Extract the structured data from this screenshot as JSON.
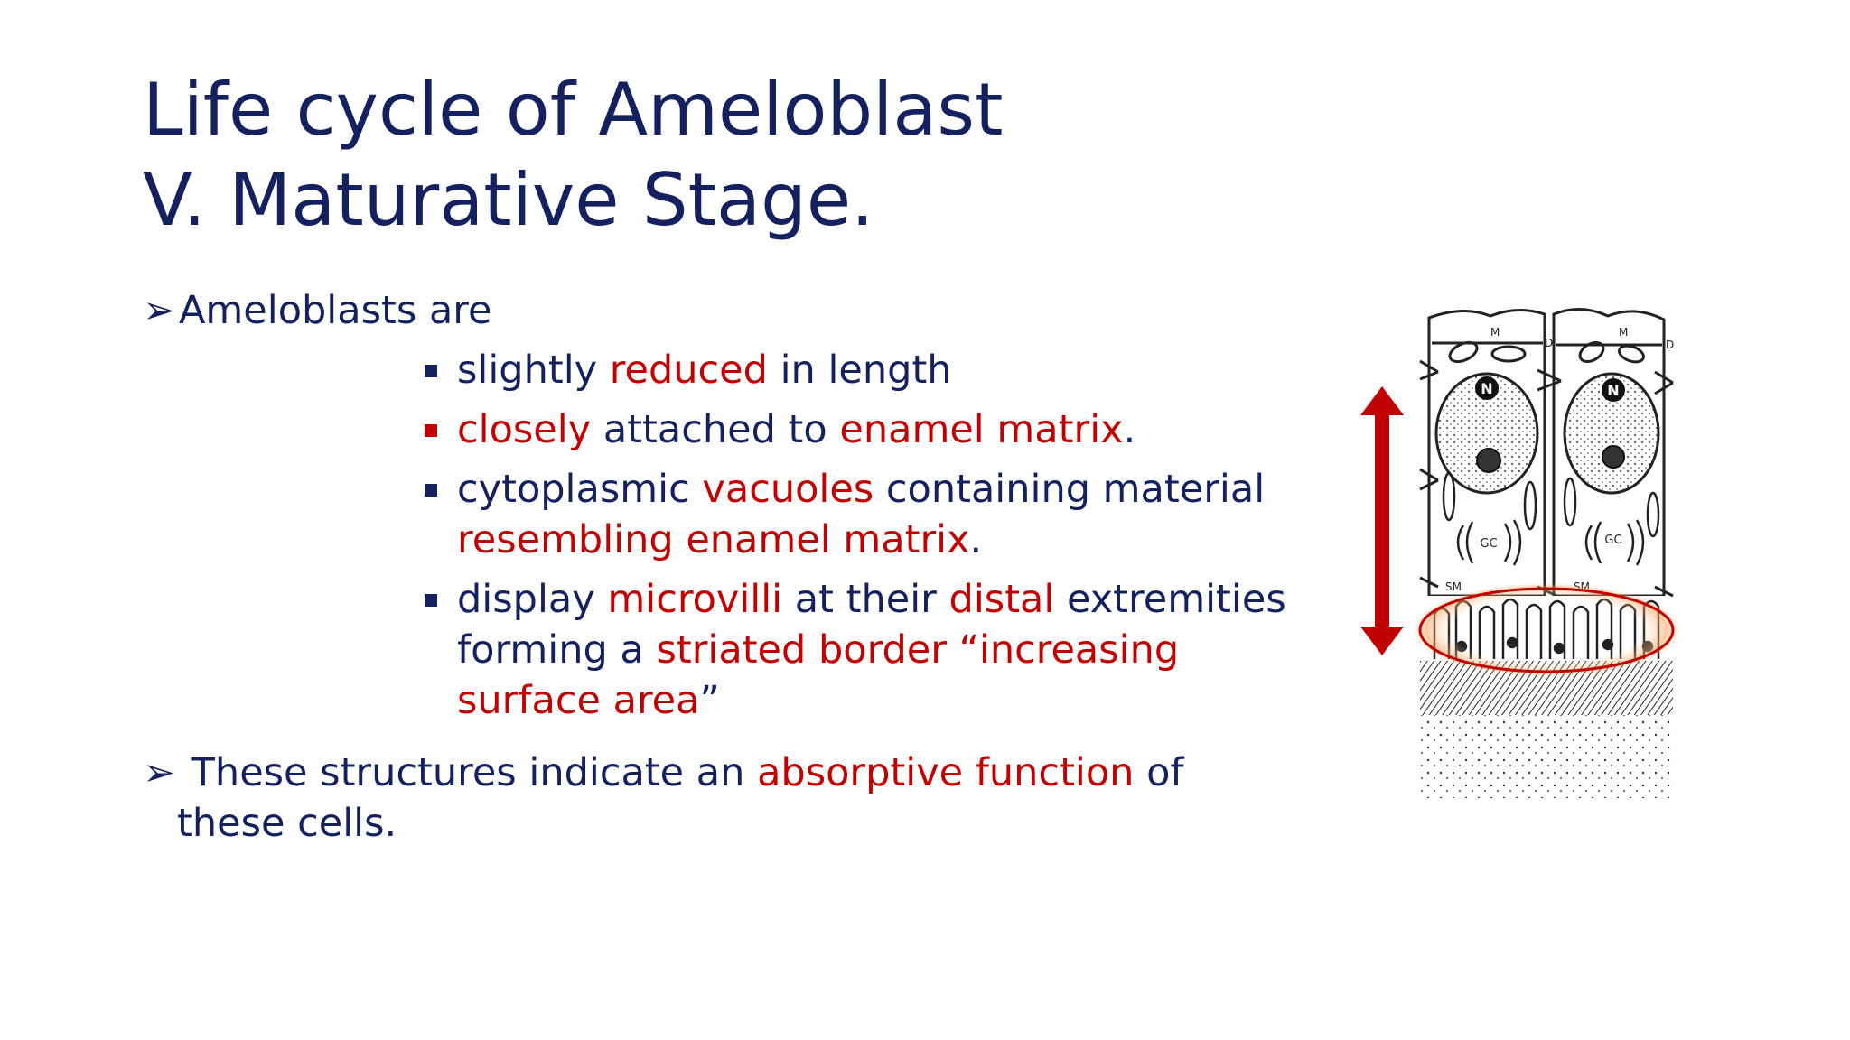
{
  "slide": {
    "title_line1": "Life cycle of Ameloblast",
    "title_line2": "V.  Maturative Stage.",
    "point1": {
      "arrow": "➢",
      "text": "Ameloblasts are"
    },
    "sub_bullets": [
      {
        "runs": [
          {
            "t": "slightly ",
            "c": "blue"
          },
          {
            "t": "reduced",
            "c": "red"
          },
          {
            "t": " in length",
            "c": "blue"
          }
        ],
        "bullet_color": "#14215e"
      },
      {
        "runs": [
          {
            "t": "closely",
            "c": "red"
          },
          {
            "t": " attached to ",
            "c": "blue"
          },
          {
            "t": "enamel matrix",
            "c": "red"
          },
          {
            "t": ".",
            "c": "blue"
          }
        ],
        "bullet_color": "#c00000"
      },
      {
        "runs": [
          {
            "t": "cytoplasmic ",
            "c": "blue"
          },
          {
            "t": "vacuoles",
            "c": "red"
          },
          {
            "t": " containing material",
            "c": "blue"
          }
        ],
        "runs2": [
          {
            "t": "resembling enamel matrix",
            "c": "red"
          },
          {
            "t": ".",
            "c": "blue"
          }
        ],
        "bullet_color": "#14215e"
      },
      {
        "runs": [
          {
            "t": "display ",
            "c": "blue"
          },
          {
            "t": "microvilli",
            "c": "red"
          },
          {
            "t": " at their ",
            "c": "blue"
          },
          {
            "t": "distal",
            "c": "red"
          },
          {
            "t": " extremities",
            "c": "blue"
          }
        ],
        "runs2": [
          {
            "t": "forming a ",
            "c": "blue"
          },
          {
            "t": "striated border",
            "c": "red"
          },
          {
            "t": " “increasing",
            "c": "red"
          }
        ],
        "runs3": [
          {
            "t": "surface area",
            "c": "red"
          },
          {
            "t": "”",
            "c": "blue"
          }
        ],
        "bullet_color": "#14215e"
      }
    ],
    "point2": {
      "arrow": "➢",
      "runs": [
        {
          "t": " These structures indicate an ",
          "c": "blue"
        },
        {
          "t": "absorptive function",
          "c": "red"
        },
        {
          "t": " of",
          "c": "blue"
        }
      ],
      "cont": "these cells."
    },
    "figure": {
      "labels": {
        "mitochondria": "M",
        "nucleus": "N",
        "golgi": "GC",
        "sm": "SM",
        "d": "D"
      }
    },
    "colors": {
      "primary": "#14215e",
      "accent": "#c00000"
    }
  }
}
